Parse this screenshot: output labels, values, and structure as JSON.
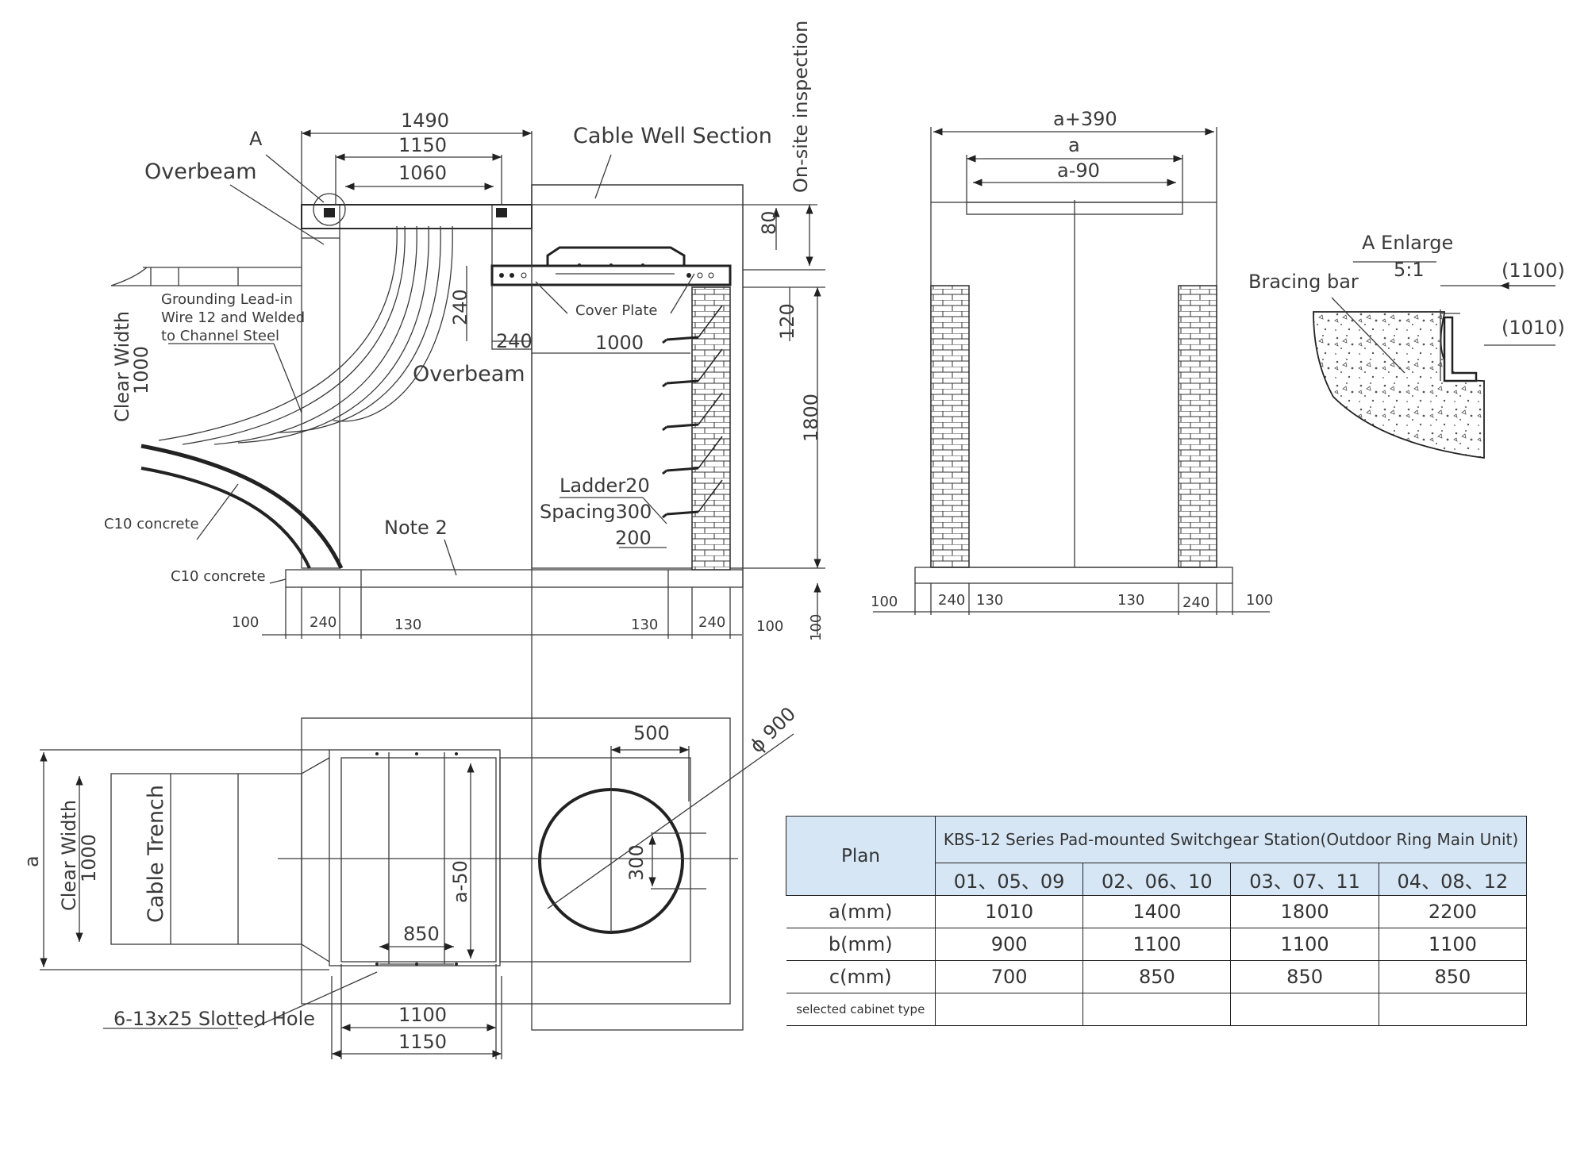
{
  "labels": {
    "a_mark": "A",
    "overbeam": "Overbeam",
    "overbeam2": "Overbeam",
    "cable_well_section": "Cable Well Section",
    "onsite_inspection": "On-site inspection",
    "grounding": [
      "Grounding Lead-in",
      "Wire 12 and Welded",
      "to Channel Steel"
    ],
    "clear_width_top": "Clear Width",
    "clear_width_top_val": "1000",
    "cover_plate": "Cover Plate",
    "c10_concrete_1": "C10 concrete",
    "c10_concrete_2": "C10 concrete",
    "note2": "Note 2",
    "ladder": "Ladder20",
    "spacing": "Spacing300",
    "a_enlarge": "A Enlarge",
    "scale": "5:1",
    "bracing_bar": "Bracing bar",
    "dim_1100p": "(1100)",
    "dim_1010p": "(1010)",
    "phi900": "ϕ 900",
    "clear_width_bottom": "Clear Width",
    "clear_width_bottom_val": "1000",
    "cable_trench": "Cable Trench",
    "slotted_hole": "6-13x25 Slotted Hole",
    "a_side": "a",
    "a_minus_50": "a-50"
  },
  "dims": {
    "d1490": "1490",
    "d1150": "1150",
    "d1060": "1060",
    "d80": "80",
    "d120": "120",
    "d240v": "240",
    "d240h": "240",
    "d1000": "1000",
    "d1800": "1800",
    "d200": "200",
    "b100a": "100",
    "b240a": "240",
    "b130a": "130",
    "b130b": "130",
    "b240b": "240",
    "b100b": "100",
    "b100v": "100",
    "ra390": "a+390",
    "ra": "a",
    "ra90": "a-90",
    "r100a": "100",
    "r240a": "240",
    "r130a": "130",
    "r130b": "130",
    "r240b": "240",
    "r100b": "100",
    "p500": "500",
    "p300": "300",
    "p850": "850",
    "p1100": "1100",
    "p1150": "1150"
  },
  "table": {
    "plan_header": "Plan",
    "title": "KBS-12 Series Pad-mounted Switchgear Station(Outdoor Ring Main Unit)",
    "columns": [
      "01、05、09",
      "02、06、10",
      "03、07、11",
      "04、08、12"
    ],
    "rows": [
      {
        "label": "a(mm)",
        "values": [
          "1010",
          "1400",
          "1800",
          "2200"
        ]
      },
      {
        "label": "b(mm)",
        "values": [
          "900",
          "1100",
          "1100",
          "1100"
        ]
      },
      {
        "label": "c(mm)",
        "values": [
          "700",
          "850",
          "850",
          "850"
        ]
      },
      {
        "label": "selected cabinet type",
        "values": [
          "",
          "",
          "",
          ""
        ]
      }
    ]
  },
  "colors": {
    "line": "#2b2b2b",
    "header_fill": "#d6e6f5"
  }
}
